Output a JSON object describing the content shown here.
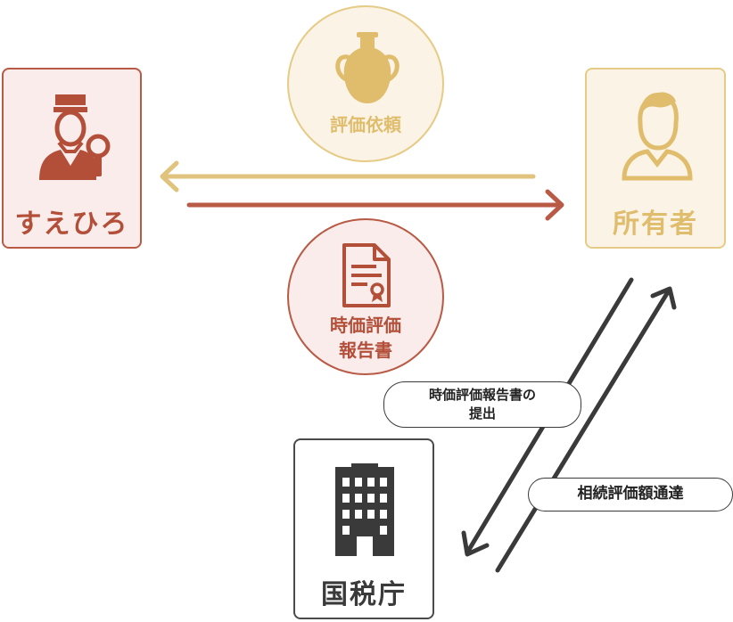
{
  "parties": {
    "appraiser": {
      "label": "すえひろ",
      "icon": "appraiser-with-magnifier-icon",
      "color": "#b34f39"
    },
    "owner": {
      "label": "所有者",
      "icon": "person-icon",
      "color": "#e0bd6d"
    },
    "tax_office": {
      "label": "国税庁",
      "icon": "office-building-icon",
      "color": "#3a3a3a"
    }
  },
  "flows": {
    "request": {
      "label": "評価依頼",
      "icon": "vase-icon"
    },
    "report": {
      "line1": "時価評価",
      "line2": "報告書",
      "icon": "certificate-document-icon"
    },
    "submit": {
      "line1": "時価評価報告書の",
      "line2": "提出"
    },
    "notice": {
      "label": "相続評価額通達"
    }
  }
}
